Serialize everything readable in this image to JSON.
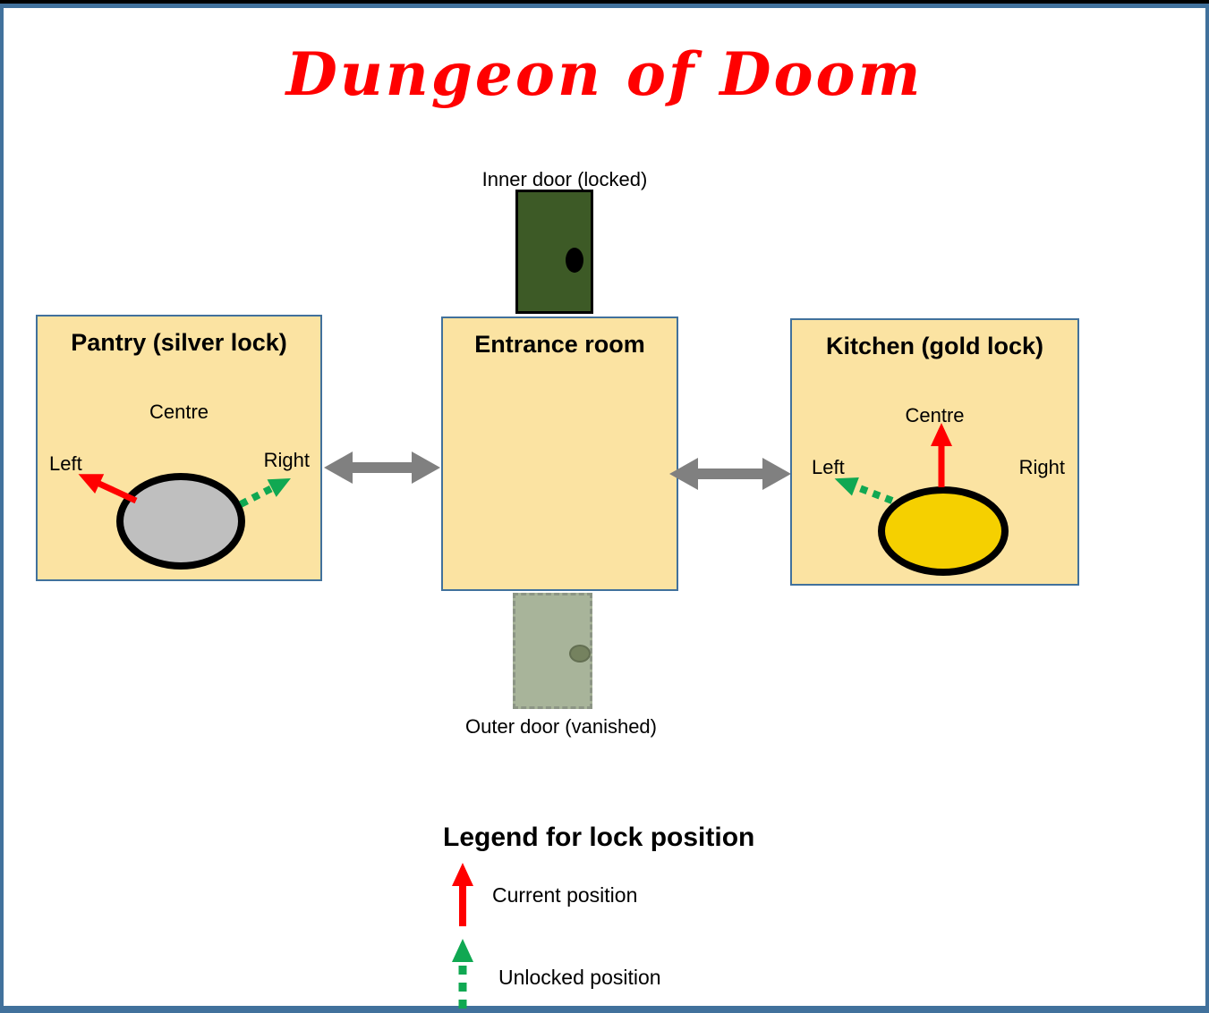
{
  "title": "Dungeon of Doom",
  "doors": {
    "inner": {
      "label": "Inner door (locked)",
      "state": "locked",
      "color": "#3D5A26"
    },
    "outer": {
      "label": "Outer door (vanished)",
      "state": "vanished",
      "color": "#A8B49A"
    }
  },
  "rooms": {
    "pantry": {
      "title": "Pantry (silver lock)",
      "lock_type": "silver",
      "lock_fill": "#BFBFBF",
      "positions": {
        "centre": "Centre",
        "left": "Left",
        "right": "Right"
      },
      "current_position_arrow_points_to": "Left",
      "unlocked_position_arrow_points_to": "Right"
    },
    "entrance": {
      "title": "Entrance room"
    },
    "kitchen": {
      "title": "Kitchen (gold lock)",
      "lock_type": "gold",
      "lock_fill": "#F5D000",
      "positions": {
        "centre": "Centre",
        "left": "Left",
        "right": "Right"
      },
      "current_position_arrow_points_to": "Centre",
      "unlocked_position_arrow_points_to": "Left"
    }
  },
  "connectors": {
    "pantry_entrance": "double-headed gray arrow",
    "entrance_kitchen": "double-headed gray arrow"
  },
  "legend": {
    "heading": "Legend for lock position",
    "current": {
      "label": "Current position",
      "arrow_style": "solid red up arrow"
    },
    "unlocked": {
      "label": "Unlocked position",
      "arrow_style": "dotted green up arrow"
    }
  },
  "colors": {
    "title_red": "#FF0000",
    "current_arrow_red": "#FF0000",
    "unlocked_arrow_green": "#10A852",
    "connector_gray": "#808080",
    "room_fill": "#FBE3A2",
    "room_border": "#41719C",
    "frame_border": "#41719C",
    "silver_lock": "#BFBFBF",
    "gold_lock": "#F5D000",
    "inner_door_green": "#3D5A26",
    "outer_door_sage": "#A8B49A"
  }
}
